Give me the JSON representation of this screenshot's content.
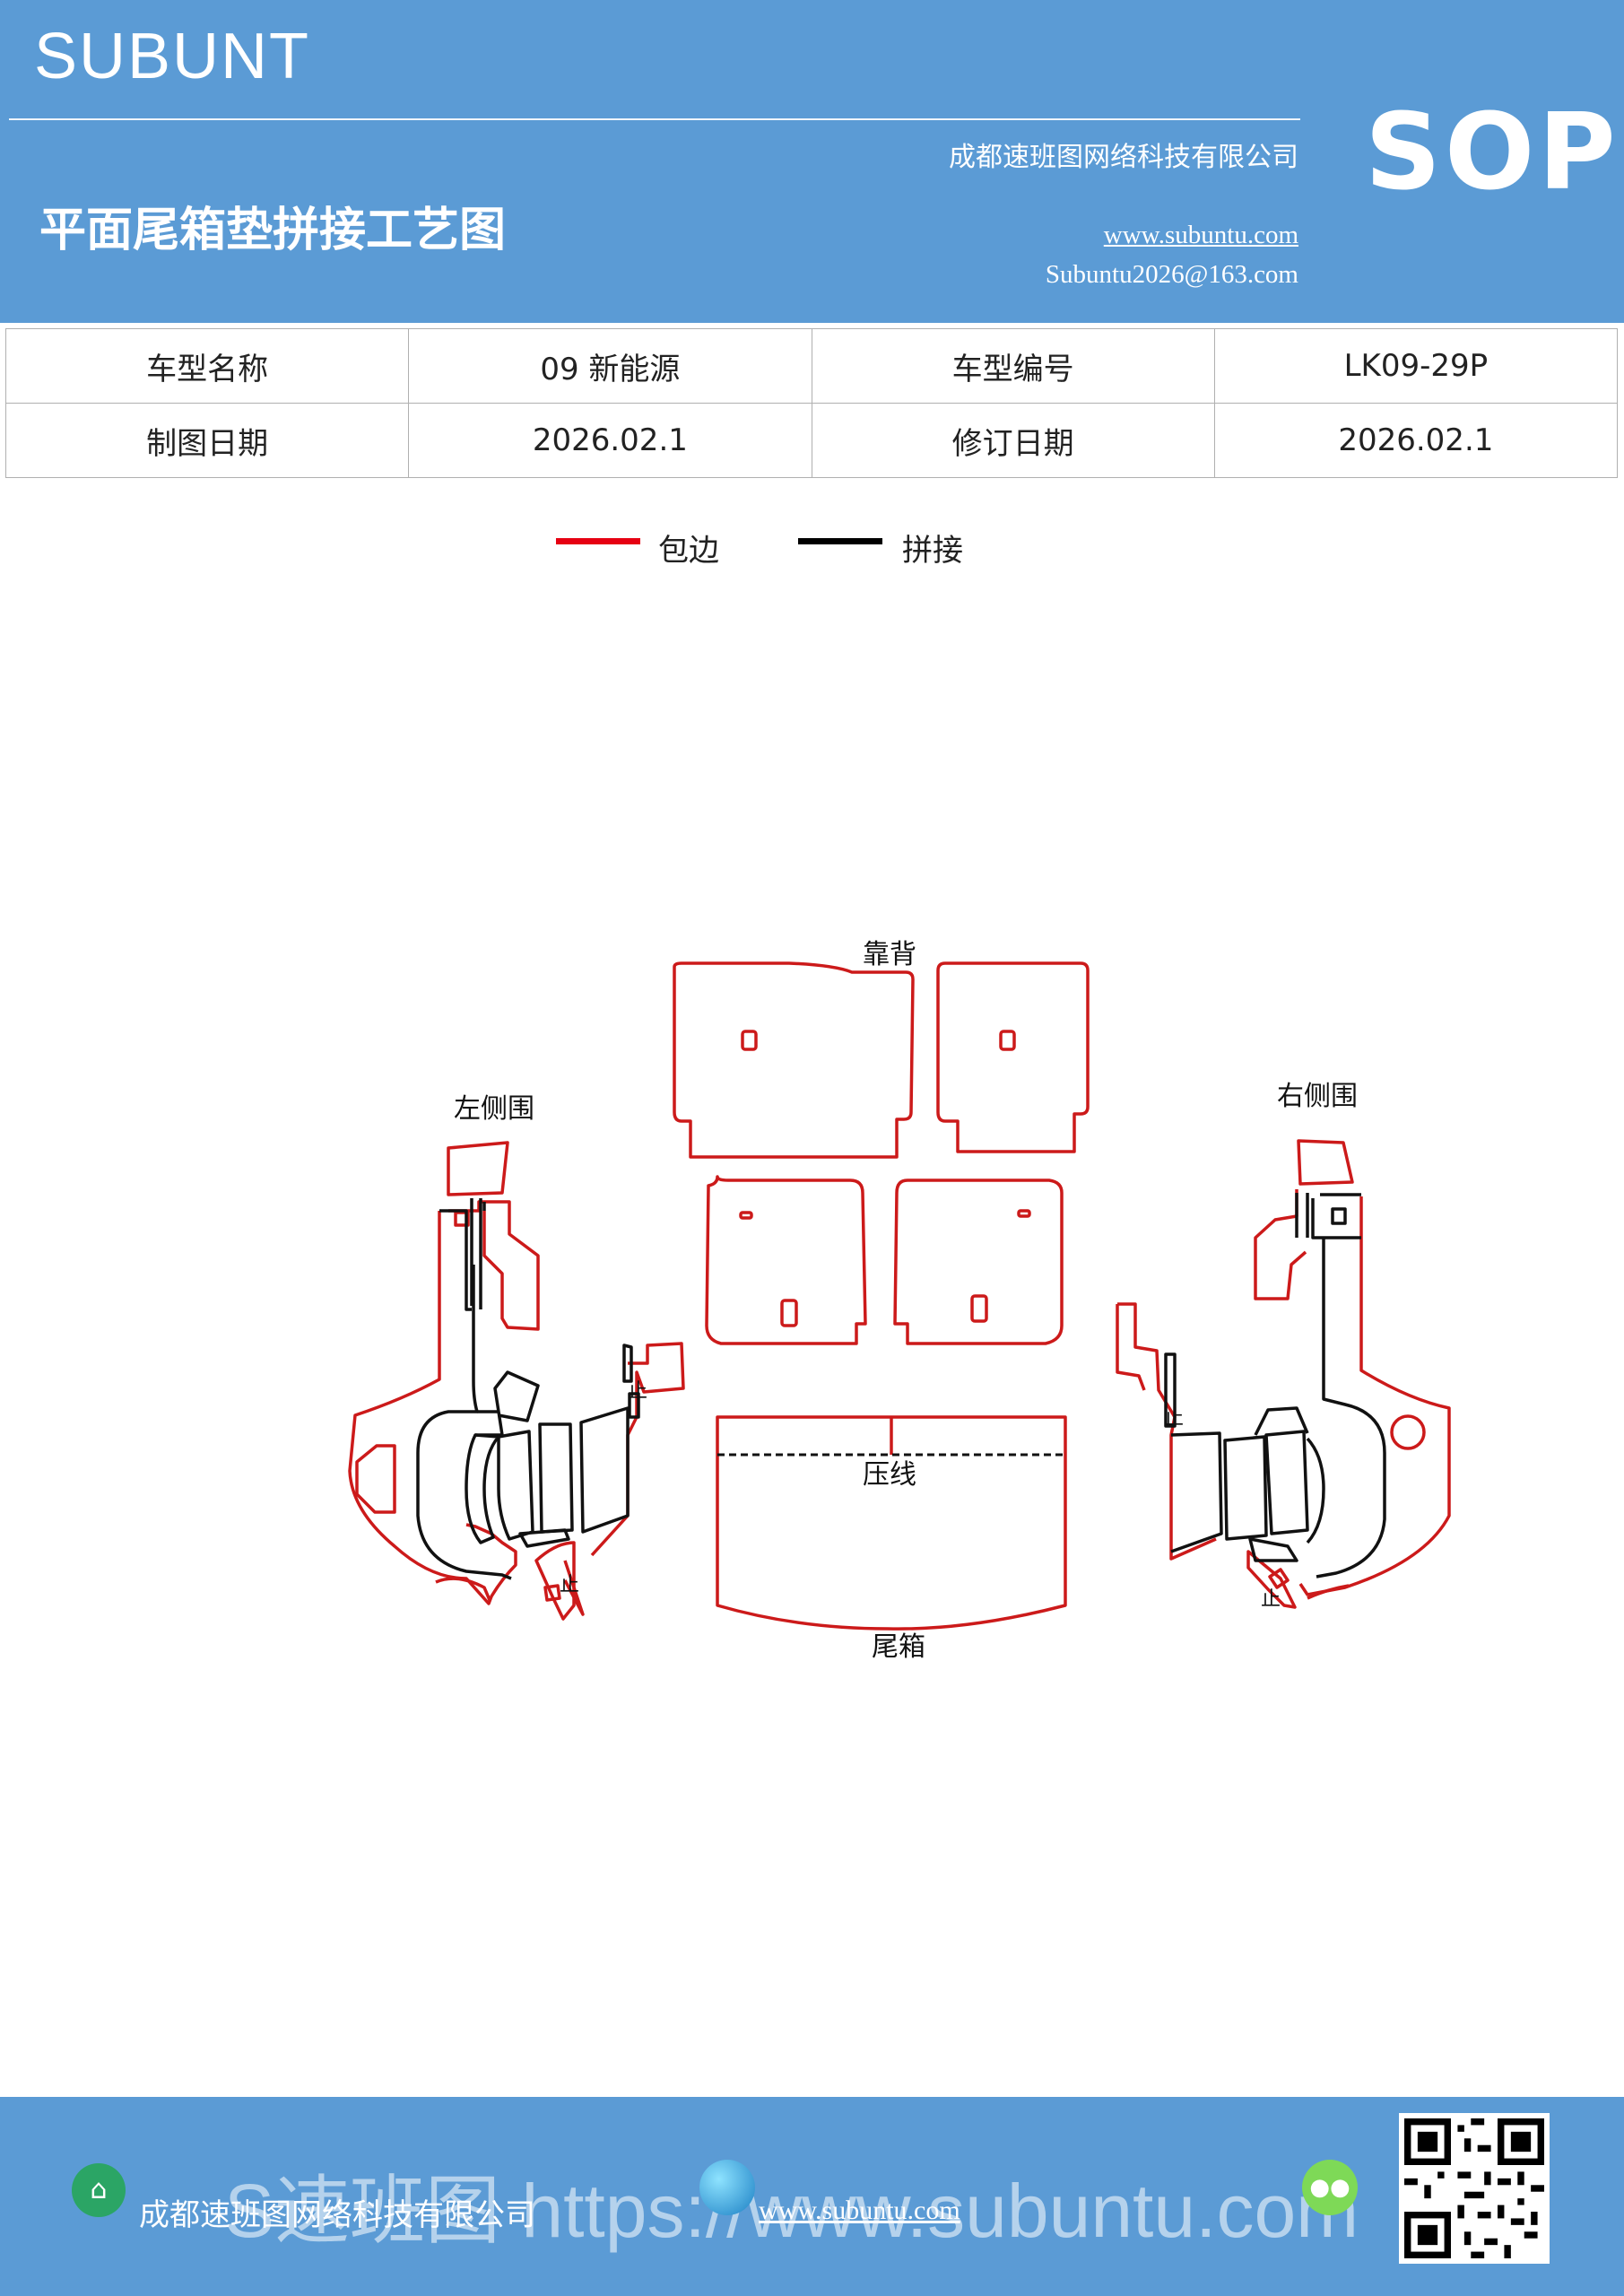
{
  "header": {
    "brand": "SUBUNT",
    "title": "平面尾箱垫拼接工艺图",
    "company": "成都速班图网络科技有限公司",
    "website": "www.subuntu.com",
    "email": "Subuntu2026@163.com",
    "badge": "SOP",
    "background_color": "#5b9bd5"
  },
  "info_table": {
    "rows": [
      [
        {
          "label": "车型名称",
          "value": "09 新能源"
        },
        {
          "label": "车型编号",
          "value": "LK09-29P"
        }
      ],
      [
        {
          "label": "制图日期",
          "value": "2026.02.1"
        },
        {
          "label": "修订日期",
          "value": "2026.02.1"
        }
      ]
    ]
  },
  "legend": {
    "items": [
      {
        "label": "包边",
        "color": "#e60012"
      },
      {
        "label": "拼接",
        "color": "#000000"
      }
    ]
  },
  "diagram": {
    "labels": {
      "backrest": "靠背",
      "left_side": "左侧围",
      "right_side": "右侧围",
      "crease": "压线",
      "trunk": "尾箱",
      "stop_mark": "止"
    },
    "edge_color": "#cc1a1a",
    "seam_color": "#111111"
  },
  "footer": {
    "company": "成都速班图网络科技有限公司",
    "url": "www.subuntu.com",
    "watermark": "S速班图 https://www.subuntu.com",
    "background_color": "#5b9bd5"
  }
}
